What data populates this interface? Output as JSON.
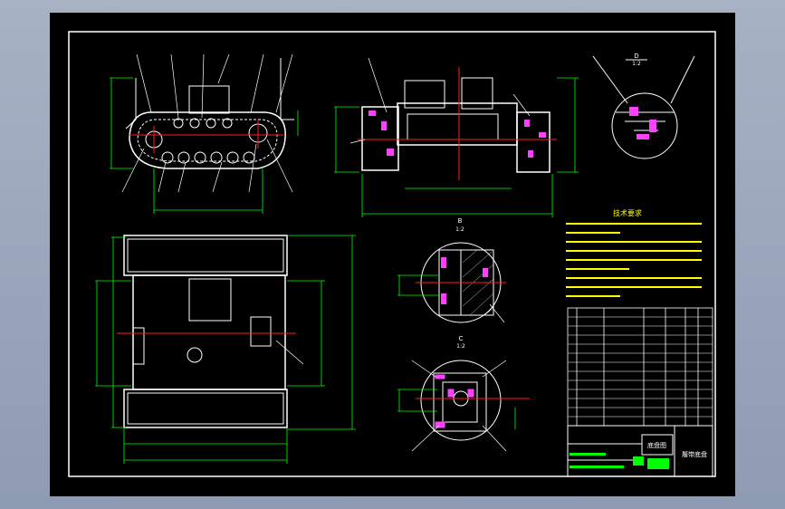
{
  "drawing": {
    "section_b_label": "B",
    "section_b_sub": "1:2",
    "section_c_label": "C",
    "section_c_sub": "1:2",
    "section_d_label": "D",
    "section_d_sub": "1:2",
    "tech_title": "技术要求",
    "title_cell": "底盘图",
    "title_code": "履带底盘"
  },
  "colors": {
    "outline": "#ffffff",
    "dimension": "#00ff00",
    "centerline": "#ff2020",
    "hatch": "#ff40ff",
    "leader": "#ffffff",
    "tech_text": "#ffff00",
    "page_bg": "#9aa6bb"
  }
}
